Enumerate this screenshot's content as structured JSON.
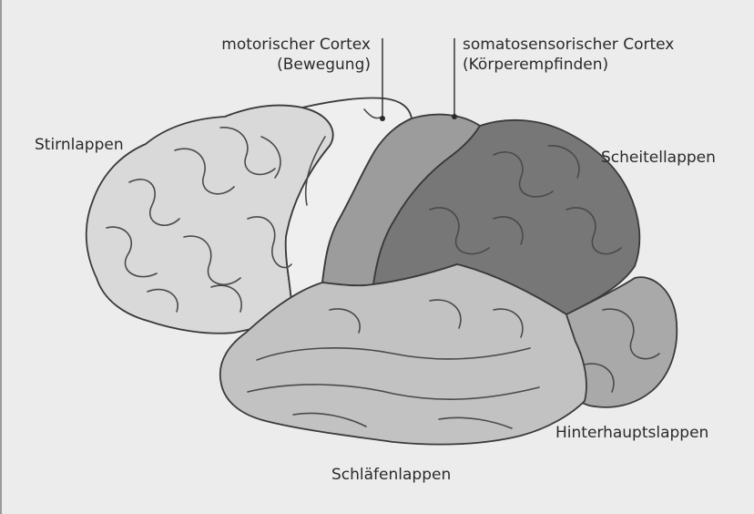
{
  "colors": {
    "background": "#ececec",
    "frontal": "#d9d9d9",
    "motor": "#efefef",
    "somatosensory": "#9c9c9c",
    "parietal": "#777777",
    "temporal": "#c2c2c2",
    "occipital": "#a9a9a9",
    "outline": "#3a3a3a"
  },
  "labels": {
    "motor_line1": "motorischer Cortex",
    "motor_line2": "(Bewegung)",
    "soma_line1": "somatosensorischer Cortex",
    "soma_line2": "(Körperempfinden)",
    "frontal": "Stirnlappen",
    "parietal": "Scheitellappen",
    "occipital": "Hinterhauptslappen",
    "temporal": "Schläfenlappen"
  }
}
